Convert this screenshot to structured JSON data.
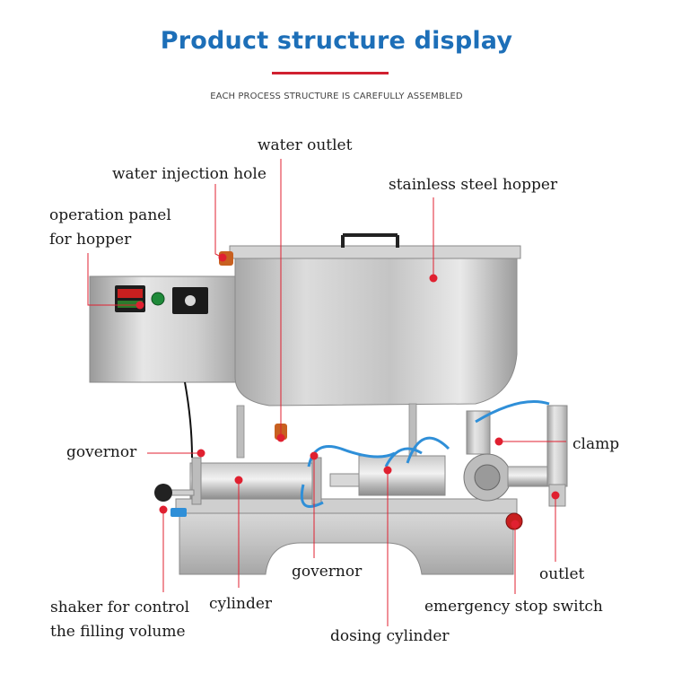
{
  "header": {
    "title": "Product structure display",
    "subtitle": "EACH PROCESS STRUCTURE IS CAREFULLY ASSEMBLED"
  },
  "labels": {
    "water_outlet": "water outlet",
    "water_injection_hole": "water injection hole",
    "stainless_steel_hopper": "stainless steel hopper",
    "operation_panel_line1": "operation panel",
    "operation_panel_line2": "for hopper",
    "governor_left": "governor",
    "clamp": "clamp",
    "governor_bottom": "governor",
    "outlet": "outlet",
    "cylinder": "cylinder",
    "emergency_stop_switch": "emergency stop switch",
    "shaker_line1": "shaker for control",
    "shaker_line2": "the filling volume",
    "dosing_cylinder": "dosing cylinder"
  },
  "colors": {
    "title": "#1d6fb8",
    "accent": "#d02030",
    "pointer": "#e02030",
    "hose": "#2f8fd8"
  }
}
